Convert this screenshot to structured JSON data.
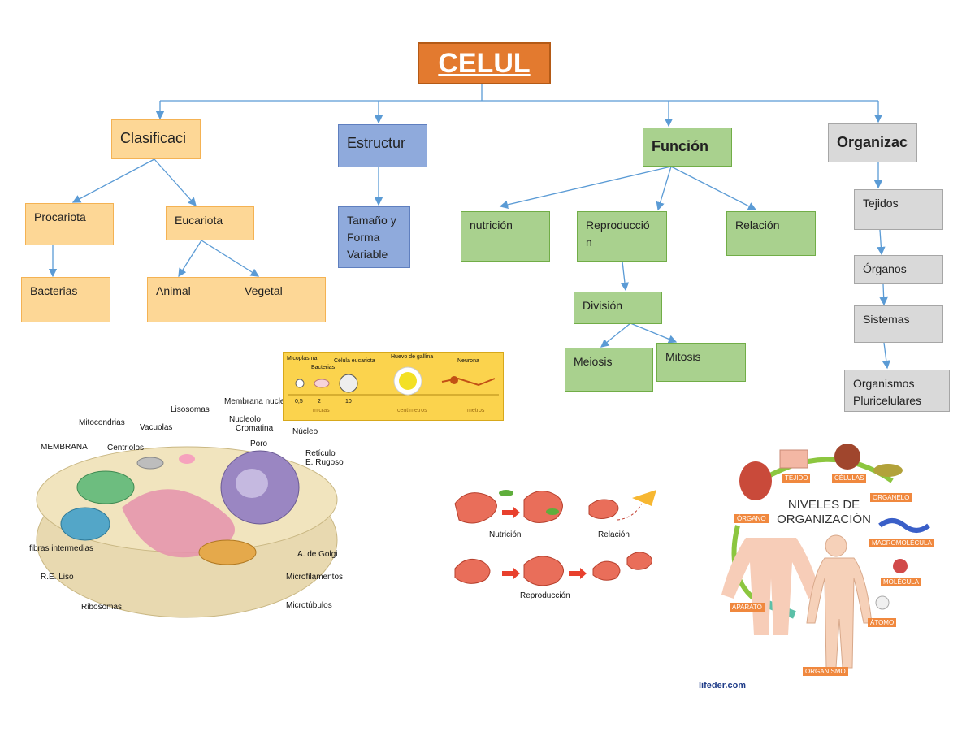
{
  "title": "CELUL",
  "branches": {
    "clasificacion": {
      "label": "Clasificaci",
      "procariota": "Procariota",
      "bacterias": "Bacterias",
      "eucariota": "Eucariota",
      "animal": "Animal",
      "vegetal": "Vegetal"
    },
    "estructural": {
      "label": "Estructur",
      "detail_lines": [
        "Tamaño y",
        "Forma",
        "Variable"
      ]
    },
    "funcion": {
      "label": "Función",
      "nutricion": "nutrición",
      "reproduccion": "Reproducció n",
      "relacion": "Relación",
      "division": "División",
      "meiosis": "Meiosis",
      "mitosis": "Mitosis"
    },
    "organizacion": {
      "label": "Organizac",
      "tejidos": "Tejidos",
      "organos": "Órganos",
      "sistemas": "Sistemas",
      "organismos_lines": [
        "Organismos",
        "Pluricelulares"
      ]
    }
  },
  "cell_diagram": {
    "labels": {
      "mitocondrias": "Mitocondrias",
      "membrana": "MEMBRANA",
      "centriolos": "Centriolos",
      "vacuolas": "Vacuolas",
      "lisosomas": "Lisosomas",
      "membrana_nuclear": "Membrana nuclear",
      "nucleolo": "Nucleolo",
      "cromatina": "Cromatina",
      "poro": "Poro",
      "nucleo": "Núcleo",
      "reticulo": "Retículo",
      "e_rugoso": "E. Rugoso",
      "fibras": "fibras intermedias",
      "re_liso": "R.E. Liso",
      "ribosomas": "Ribosomas",
      "golgi": "A. de Golgi",
      "microfilamentos": "Microfilamentos",
      "microtubulos": "Microtúbulos"
    }
  },
  "size_scale": {
    "top_labels": [
      "Micoplasma",
      "Bacterias",
      "Célula eucariota",
      "Huevo de gallina",
      "Neurona"
    ],
    "bottom_labels": [
      "0,5",
      "2",
      "10",
      "micras",
      "centímetros",
      "metros"
    ]
  },
  "functions_image": {
    "nutricion": "Nutrición",
    "relacion": "Relación",
    "reproduccion": "Reproducción"
  },
  "levels_image": {
    "title_lines": [
      "NIVELES DE",
      "ORGANIZACIÓN"
    ],
    "tags": [
      "TEJIDO",
      "CÉLULAS",
      "ORGANELO",
      "ÓRGANO",
      "MACROMOLÉCULA",
      "MOLÉCULA",
      "APARATO",
      "ÁTOMO",
      "ORGANISMO"
    ],
    "credit": "lifeder.com"
  }
}
